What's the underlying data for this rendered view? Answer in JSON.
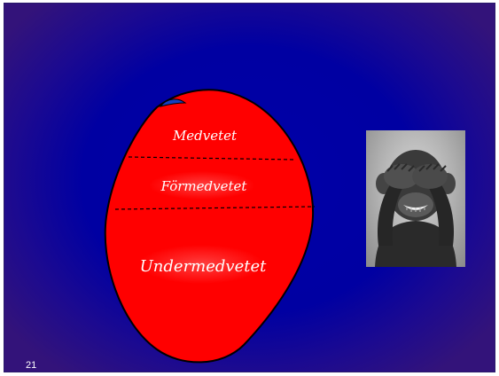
{
  "slide": {
    "layers": {
      "conscious": "Medvetet",
      "preconscious": "Förmedvetet",
      "unconscious": "Undermedvetet"
    },
    "page_number": "21"
  },
  "colors": {
    "background": "#0000a8",
    "border_purple": "#33137a",
    "top_layer": "#22f0f0",
    "middle_layer": "#8a8a8a",
    "bottom_layer": "#ff0000",
    "text": "#ffffff"
  },
  "image": {
    "subject": "monkey covering its eyes with its hands"
  }
}
